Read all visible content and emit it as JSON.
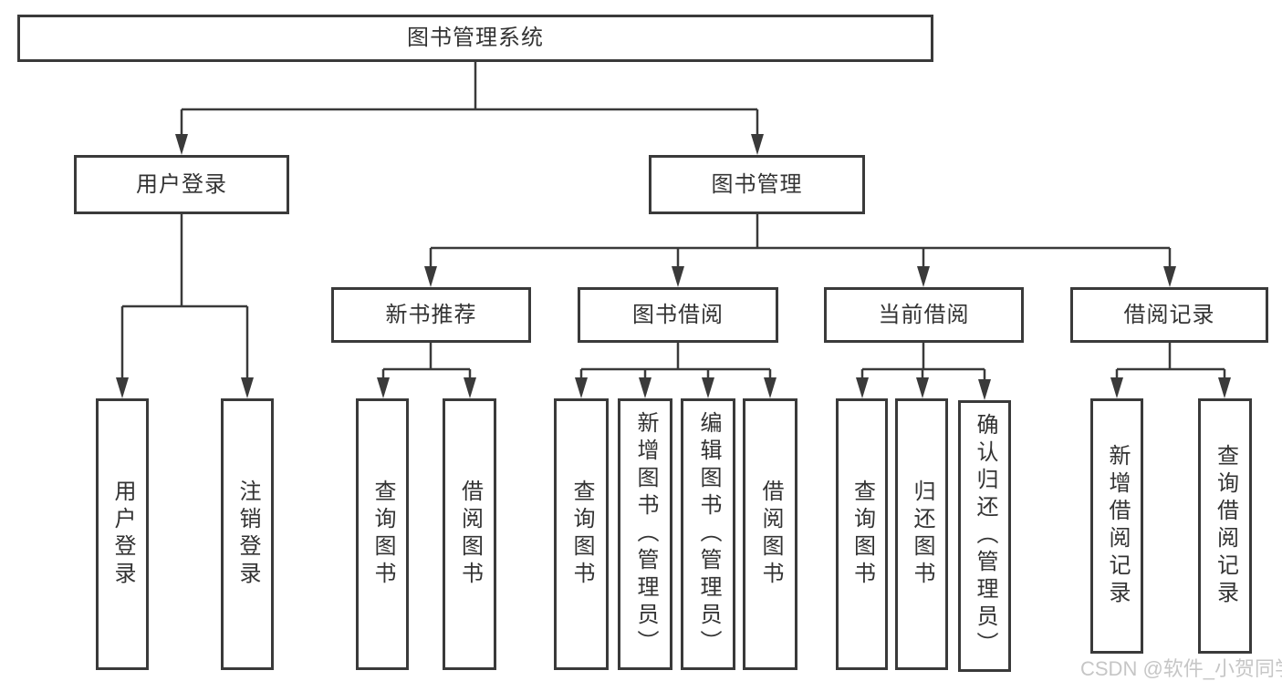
{
  "tree": {
    "root": "图书管理系统",
    "level2": [
      {
        "label": "用户登录",
        "leaves": [
          "用户登录",
          "注销登录"
        ]
      },
      {
        "label": "图书管理",
        "groups": [
          {
            "label": "新书推荐",
            "leaves": [
              "查询图书",
              "借阅图书"
            ]
          },
          {
            "label": "图书借阅",
            "leaves": [
              "查询图书",
              "新增图书（管理员）",
              "编辑图书（管理员）",
              "借阅图书"
            ]
          },
          {
            "label": "当前借阅",
            "leaves": [
              "查询图书",
              "归还图书",
              "确认归还（管理员）"
            ]
          },
          {
            "label": "借阅记录",
            "leaves": [
              "新增借阅记录",
              "查询借阅记录"
            ]
          }
        ]
      }
    ]
  },
  "watermark": "CSDN @软件_小贺同学",
  "colors": {
    "line": "#3a3a3a",
    "box_border": "#3a3a3a",
    "text": "#333333",
    "watermark": "#c6c6c6",
    "background": "#ffffff"
  }
}
